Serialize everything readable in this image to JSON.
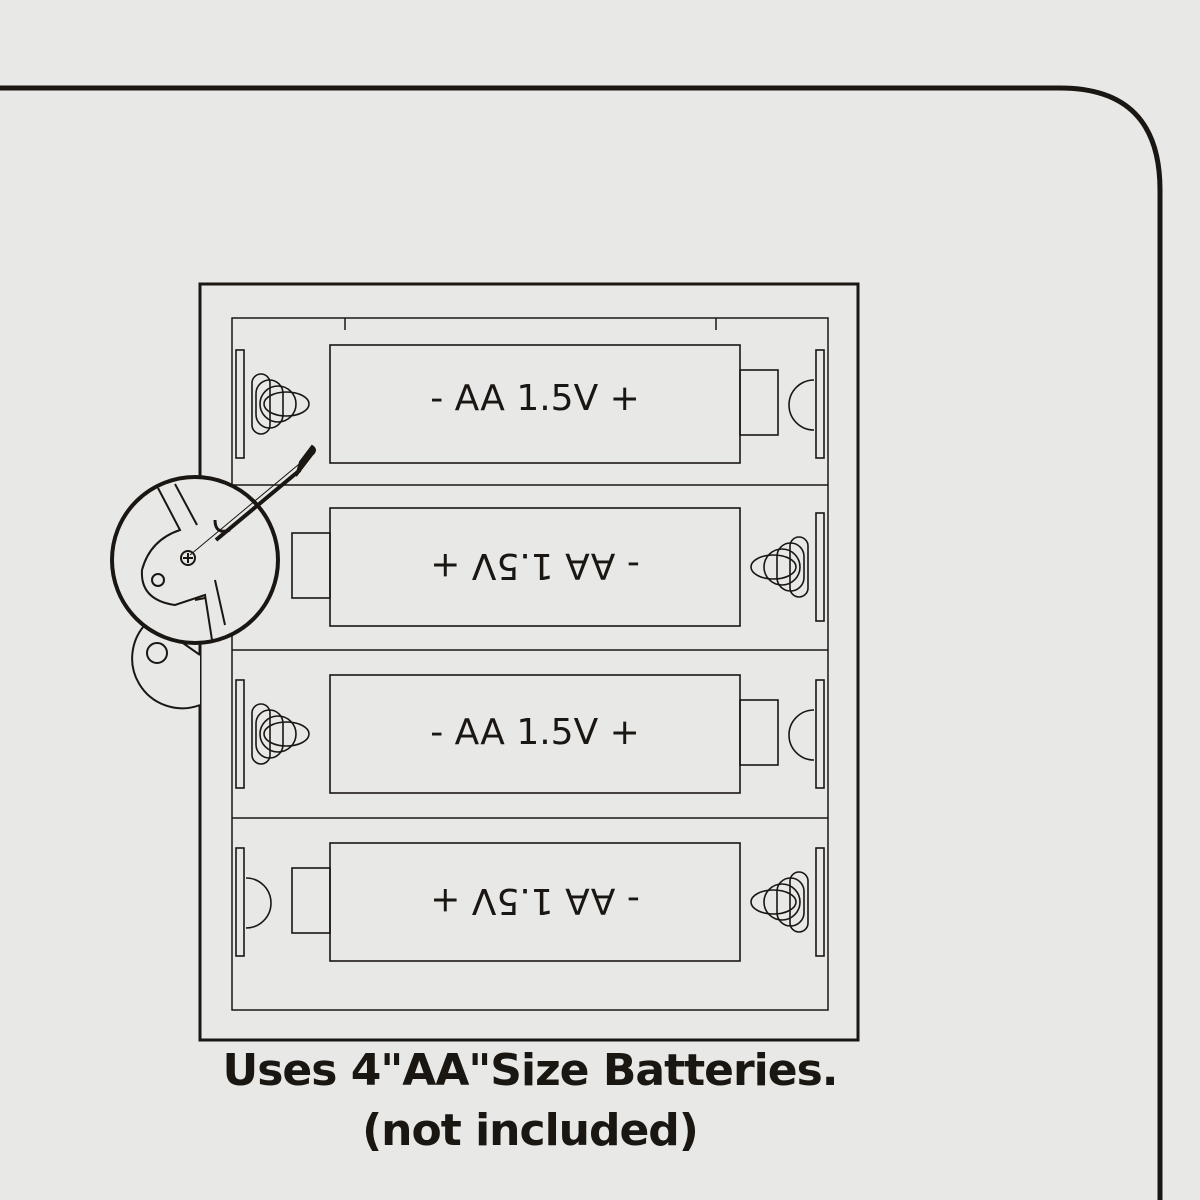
{
  "batteries": [
    {
      "label": "- AA 1.5V +",
      "inverted": false
    },
    {
      "label": "- AA 1.5V +",
      "inverted": true
    },
    {
      "label": "- AA 1.5V +",
      "inverted": false
    },
    {
      "label": "- AA 1.5V +",
      "inverted": true
    }
  ],
  "caption": {
    "line1": "Uses 4\"AA\"Size Batteries.",
    "line2": "(not included)"
  },
  "colors": {
    "ink": "#1a1713",
    "paper": "#e8e8e6"
  }
}
